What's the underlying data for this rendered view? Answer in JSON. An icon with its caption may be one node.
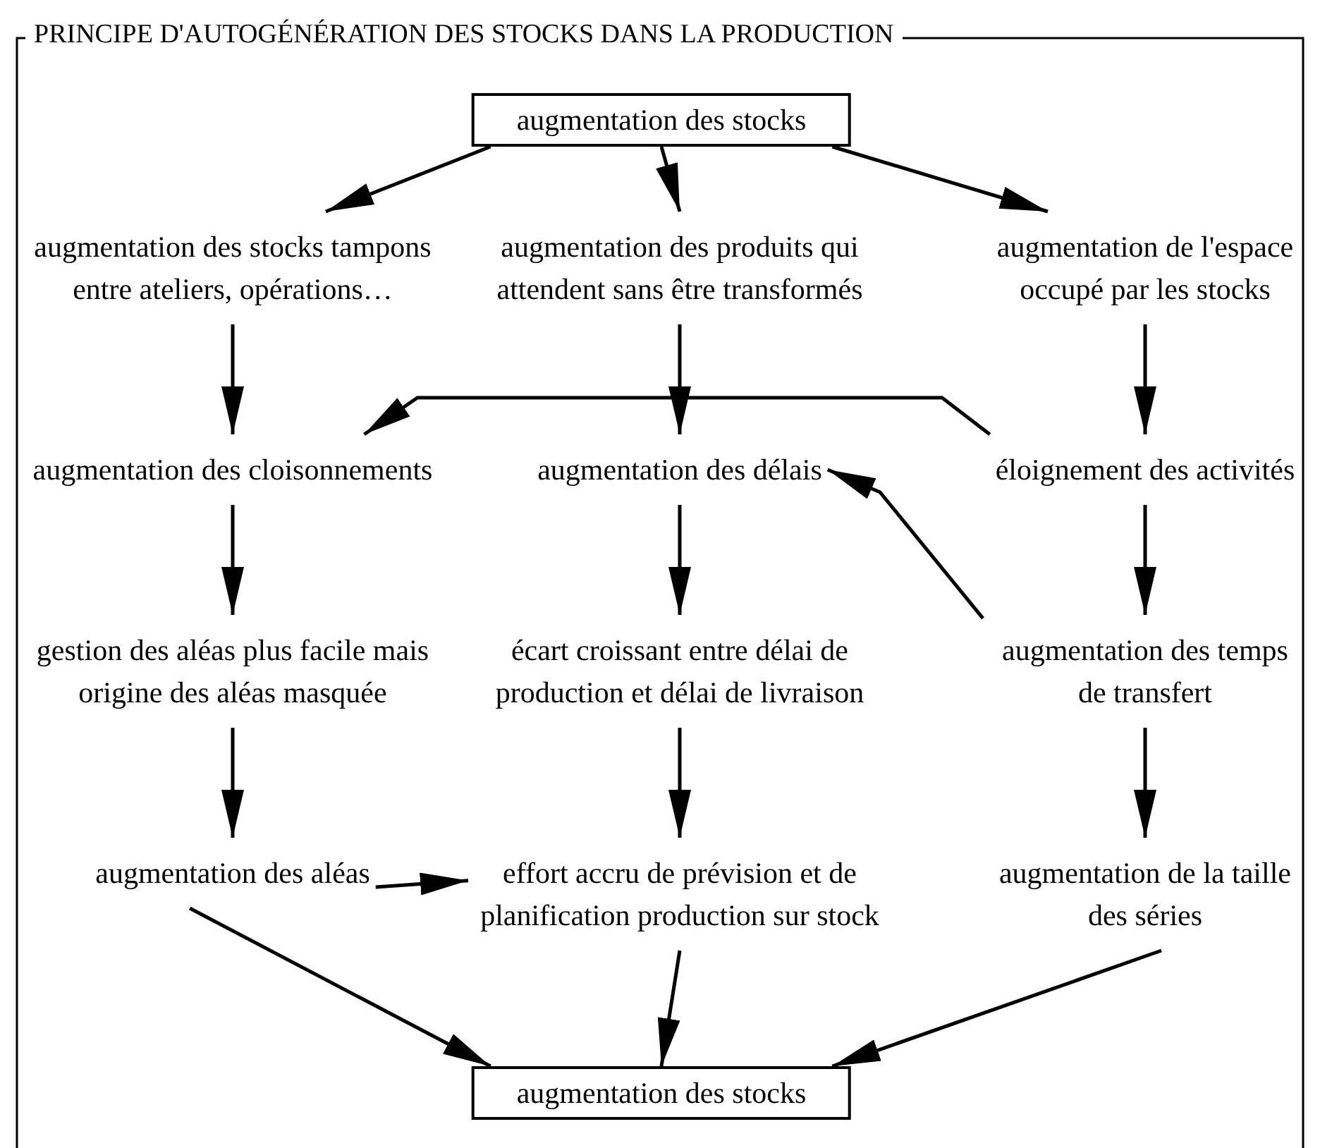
{
  "diagram": {
    "title": "PRINCIPE D'AUTOGÉNÉRATION DES STOCKS DANS LA PRODUCTION",
    "nodes": [
      {
        "text": [
          "augmentation des stocks"
        ]
      },
      {
        "text": [
          "augmentation des stocks tampons entre ateliers, opérations…"
        ]
      },
      {
        "text": [
          "augmentation des produits qui attendent sans être transformés"
        ]
      },
      {
        "text": [
          "augmentation de l'espace occupé par les stocks"
        ]
      },
      {
        "text": [
          "augmentation des cloisonnements"
        ]
      },
      {
        "text": [
          "augmentation des délais"
        ]
      },
      {
        "text": [
          "éloignement des activités"
        ]
      },
      {
        "text": [
          "gestion des aléas plus facile mais origine des aléas masquée"
        ]
      },
      {
        "text": [
          "écart croissant entre délai de production et délai de livraison"
        ]
      },
      {
        "text": [
          "augmentation des temps de transfert"
        ]
      },
      {
        "text": [
          "augmentation des aléas"
        ]
      },
      {
        "text": [
          "effort accru de prévision et de planification production sur stock"
        ]
      },
      {
        "text": [
          "augmentation de la taille des séries"
        ]
      },
      {
        "text": [
          "augmentation des stocks"
        ]
      }
    ],
    "edges": [
      {
        "from": 0,
        "to": 1,
        "arrow": "to"
      },
      {
        "from": 0,
        "to": 2,
        "arrow": "to"
      },
      {
        "from": 0,
        "to": 3,
        "arrow": "to"
      },
      {
        "from": 1,
        "to": 4,
        "arrow": "to"
      },
      {
        "from": 2,
        "to": 5,
        "arrow": "to"
      },
      {
        "from": 3,
        "to": 6,
        "arrow": "to"
      },
      {
        "from": 6,
        "to": 4,
        "arrow": "to"
      },
      {
        "from": 9,
        "to": 5,
        "arrow": "to"
      },
      {
        "from": 4,
        "to": 7,
        "arrow": "to"
      },
      {
        "from": 5,
        "to": 8,
        "arrow": "to"
      },
      {
        "from": 6,
        "to": 9,
        "arrow": "to"
      },
      {
        "from": 7,
        "to": 10,
        "arrow": "to"
      },
      {
        "from": 8,
        "to": 11,
        "arrow": "to"
      },
      {
        "from": 9,
        "to": 12,
        "arrow": "to"
      },
      {
        "from": 10,
        "to": 11,
        "arrow": "to"
      },
      {
        "from": 10,
        "to": 13,
        "arrow": "to"
      },
      {
        "from": 11,
        "to": 13,
        "arrow": "to"
      },
      {
        "from": 12,
        "to": 13,
        "arrow": "to"
      }
    ]
  }
}
